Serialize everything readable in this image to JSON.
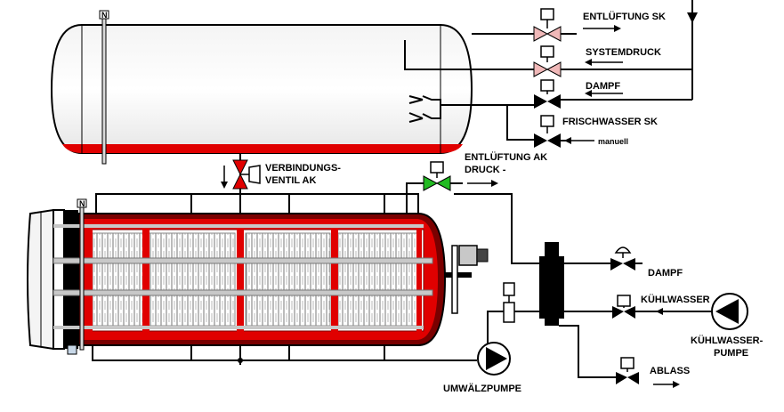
{
  "labels": {
    "vent_sk": "ENTLÜFTUNG SK",
    "system_pressure": "SYSTEMDRUCK",
    "steam_top": "DAMPF",
    "fresh_water": "FRISCHWASSER SK",
    "manual": "manuell",
    "connect_valve_line1": "VERBINDUNGS-",
    "connect_valve_line2": "VENTIL AK",
    "vent_ak_line1": "ENTLÜFTUNG AK",
    "vent_ak_line2": "DRUCK -",
    "steam_right": "DAMPF",
    "cooling_water": "KÜHLWASSER",
    "cooling_pump_line1": "KÜHLWASSER-",
    "cooling_pump_line2": "PUMPE",
    "drain": "ABLASS",
    "circulation_pump": "UMWÄLZPUMPE",
    "level_marker_top": "N",
    "level_marker_bottom": "N"
  },
  "colors": {
    "tank_red": "#e00000",
    "dark_red": "#7a0000",
    "valve_open_green": "#22bb22",
    "valve_pink": "#f0b8b8",
    "valve_black": "#000000",
    "basket_grey": "#c8c8c8"
  },
  "valve_states": {
    "vent_sk": "pink",
    "system_pressure": "pink",
    "steam_top": "closed",
    "fresh_water": "closed",
    "connect_valve": "red",
    "vent_ak": "open",
    "steam_right": "closed",
    "cooling_water": "closed",
    "drain": "closed"
  }
}
